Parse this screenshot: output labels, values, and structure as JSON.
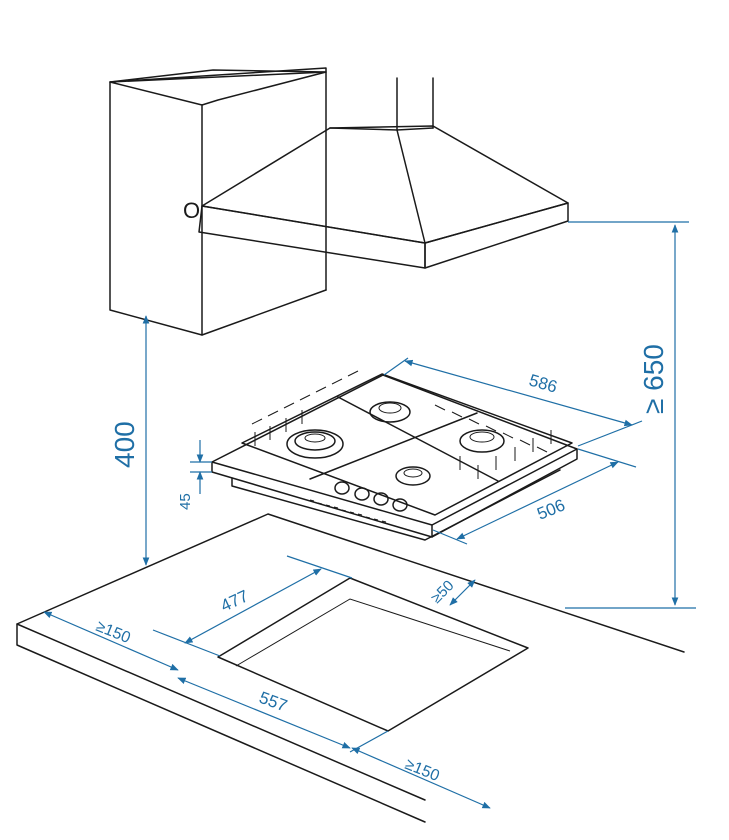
{
  "hood_marker": "O",
  "dimensions": {
    "hood_to_counter_height": "400",
    "hood_min_clearance": "≥ 650",
    "hob_width": "586",
    "hob_depth": "506",
    "hob_height": "45",
    "cutout_depth": "477",
    "cutout_width": "557",
    "back_clearance": "≥50",
    "left_clearance": "≥150",
    "right_clearance": "≥150"
  },
  "colors": {
    "dimension": "#1f6fa6",
    "line": "#1a1a1a"
  }
}
